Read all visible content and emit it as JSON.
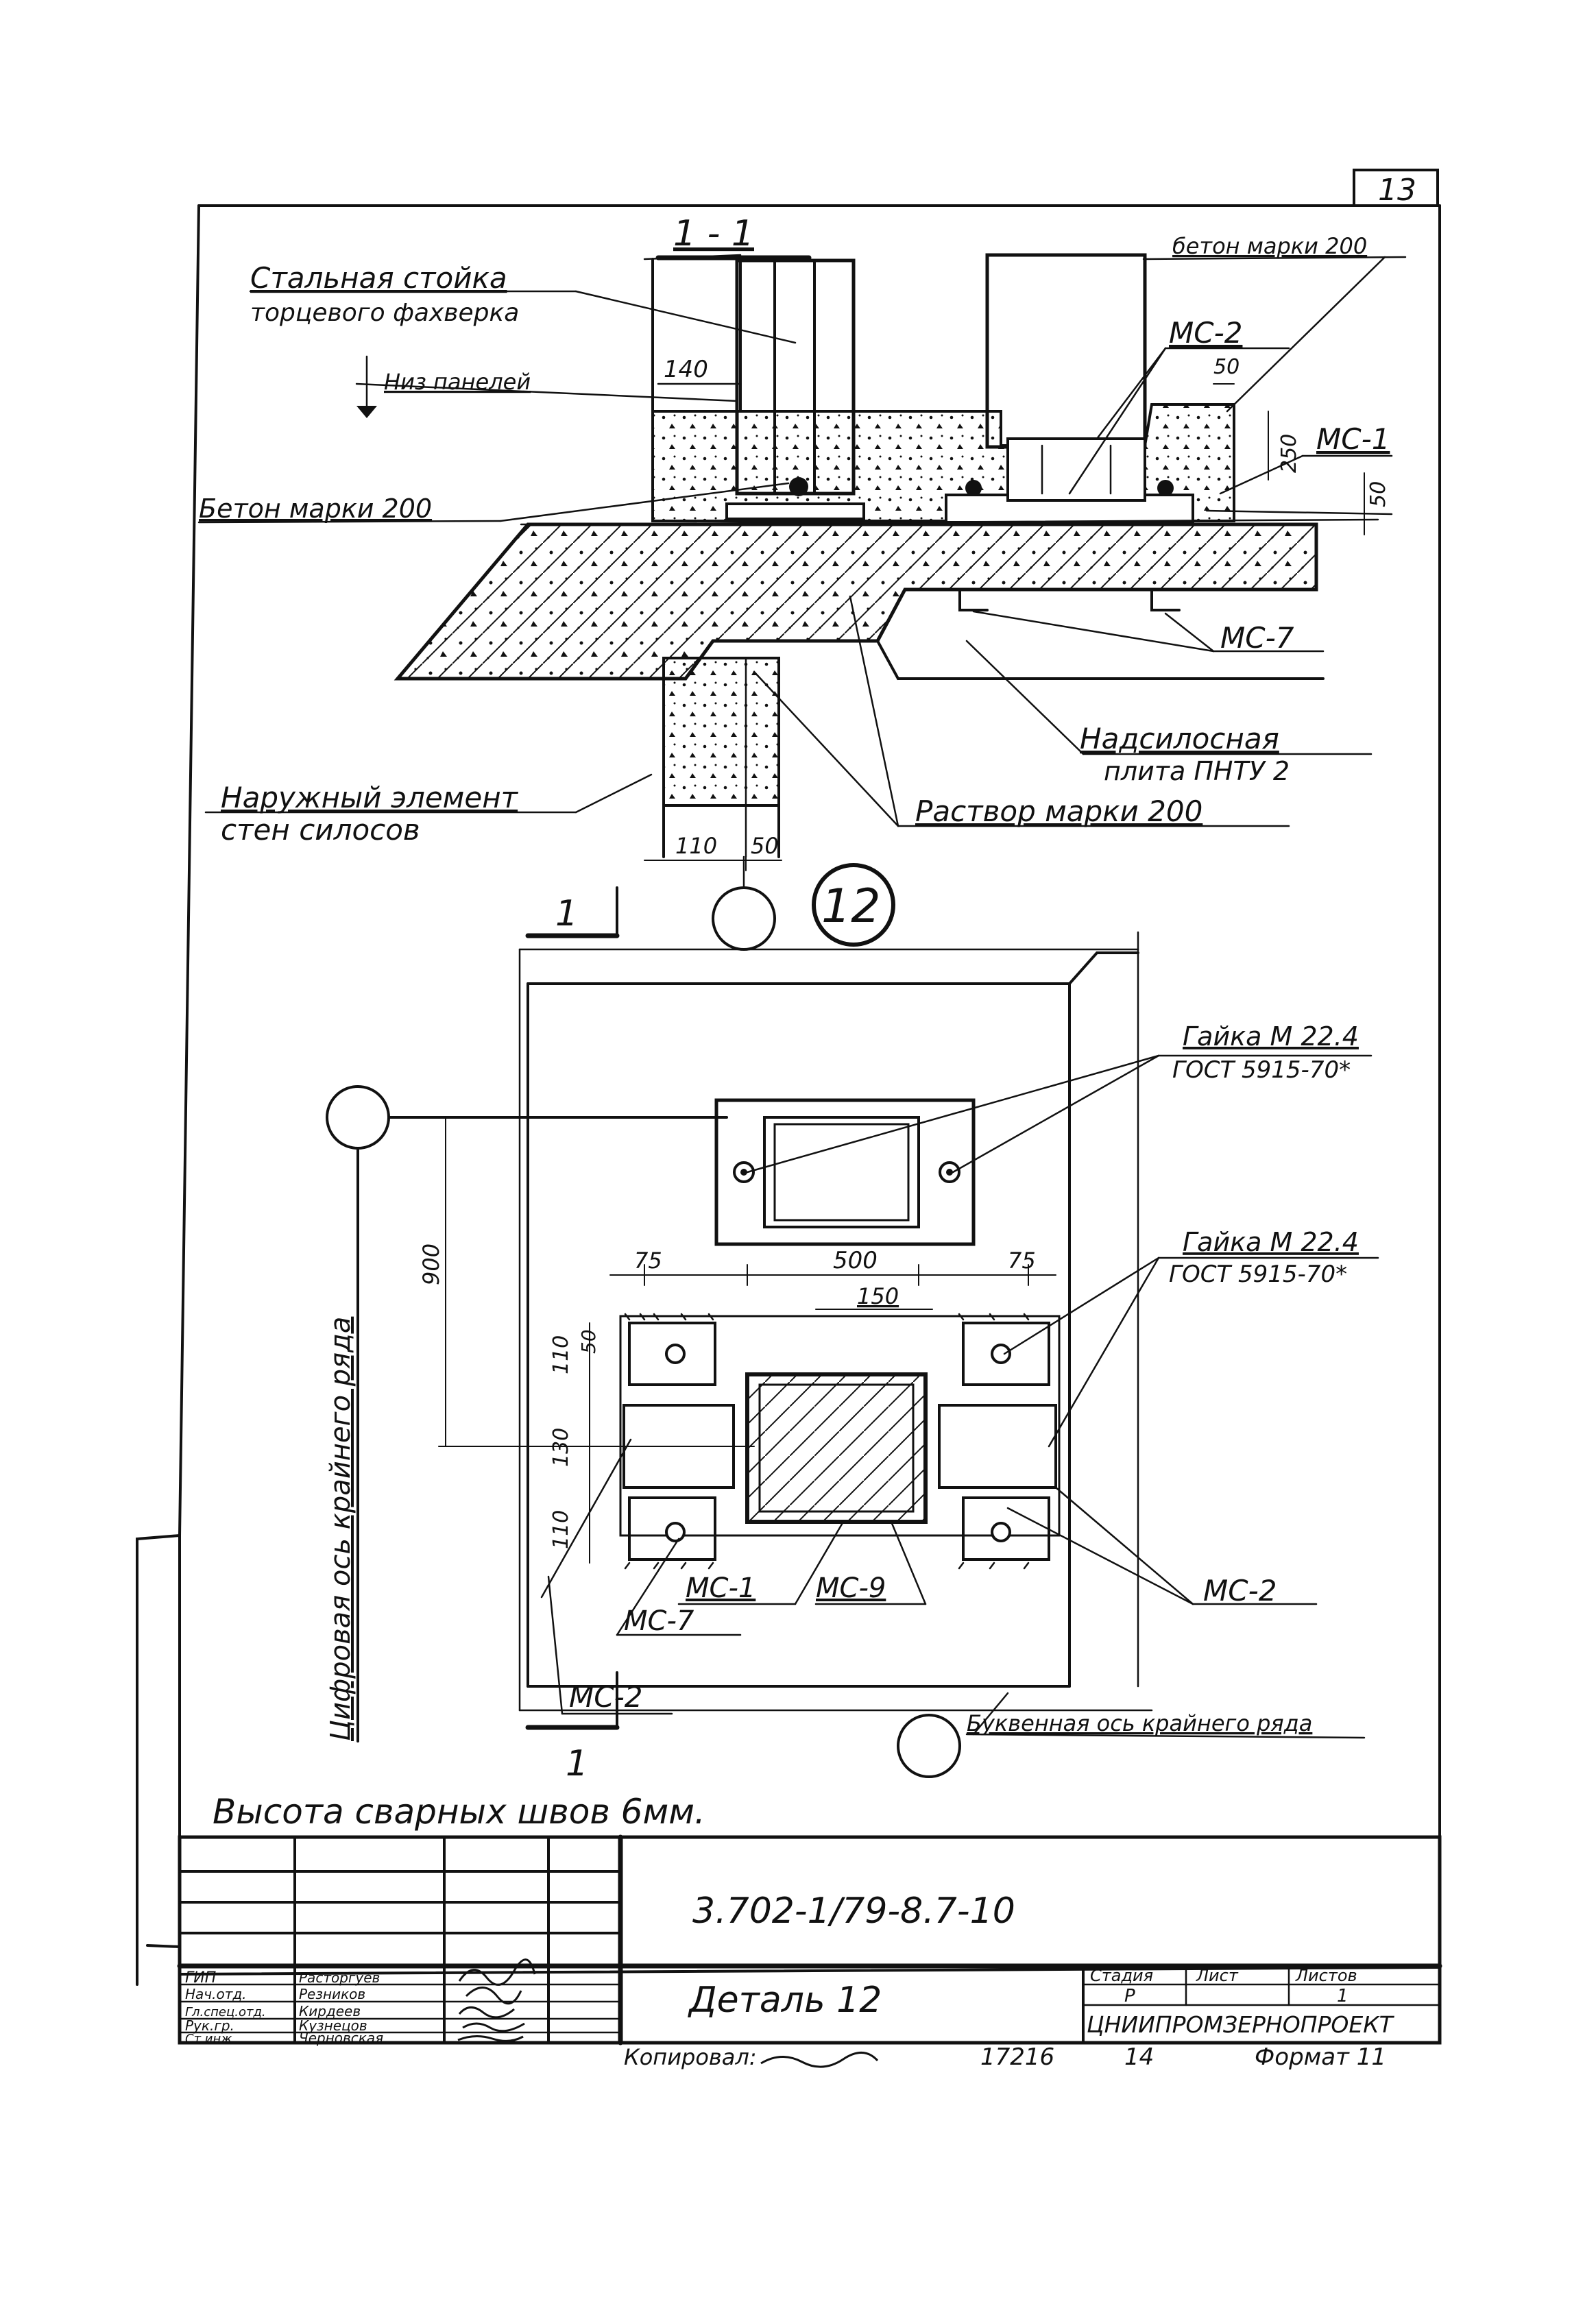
{
  "sheet": {
    "number": "13"
  },
  "section_1_1": {
    "title": "1 - 1",
    "labels": {
      "steel_post_line1": "Стальная стойка",
      "steel_post_line2": "торцевого фахверка",
      "panel_bottom": "Низ панелей",
      "concrete_left": "Бетон марки 200",
      "concrete_top": "бетон марки 200",
      "ms2": "МС-2",
      "ms1": "МС-1",
      "ms7": "МС-7",
      "outer_element_line1": "Наружный элемент",
      "outer_element_line2": "стен силосов",
      "mortar": "Раствор марки 200",
      "slab_line1": "Надсилосная",
      "slab_line2": "плита ПНТУ 2"
    },
    "dims": {
      "d140": "140",
      "d50a": "50",
      "d250": "250",
      "d50b": "50",
      "d110": "110",
      "d50c": "50"
    }
  },
  "detail_12": {
    "marker": "12",
    "section_mark": "1",
    "labels": {
      "nut_top_line1": "Гайка М 22.4",
      "nut_top_line2": "ГОСТ 5915-70*",
      "nut_mid_line1": "Гайка М 22.4",
      "nut_mid_line2": "ГОСТ 5915-70*",
      "axis_vertical": "Цифровая ось крайнего ряда",
      "axis_horizontal": "Буквенная ось крайнего ряда",
      "ms2_right": "МС-2",
      "ms1": "МС-1",
      "ms9": "МС-9",
      "ms7": "МС-7",
      "ms2_left": "МС-2"
    },
    "dims": {
      "d900": "900",
      "d75a": "75",
      "d500": "500",
      "d75b": "75",
      "d150": "150",
      "d110a": "110",
      "d50": "50",
      "d130": "130",
      "d110b": "110"
    }
  },
  "note": "Высота сварных швов 6мм.",
  "title_block": {
    "doc_code": "3.702-1/79-8.7-10",
    "drawing_title": "Деталь 12",
    "stage_header": "Стадия",
    "sheet_header": "Лист",
    "sheets_header": "Листов",
    "stage_value": "Р",
    "sheet_value": "1",
    "org": "ЦНИИПРОМЗЕРНОПРОЕКТ",
    "roles": [
      {
        "role": "ГИП",
        "name": "Расторгуев"
      },
      {
        "role": "Нач.отд.",
        "name": "Резников"
      },
      {
        "role": "Гл.спец.отд.",
        "name": "Кирдеев"
      },
      {
        "role": "Рук.гр.",
        "name": "Кузнецов"
      },
      {
        "role": "Ст.инж.",
        "name": "Черновская"
      }
    ]
  },
  "footer": {
    "copied": "Копировал:",
    "num1": "17216",
    "num2": "14",
    "format": "Формат 11"
  }
}
